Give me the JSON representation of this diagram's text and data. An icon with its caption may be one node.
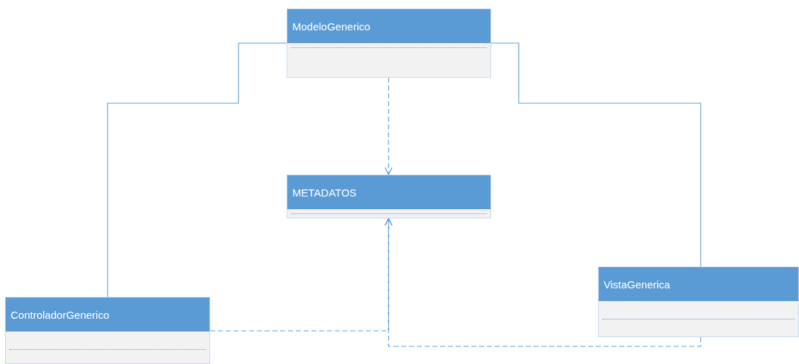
{
  "diagram": {
    "nodes": [
      {
        "text": [
          "ModeloGenerico"
        ]
      },
      {
        "text": [
          "METADATOS"
        ]
      },
      {
        "text": [
          "ControladorGenerico"
        ]
      },
      {
        "text": [
          "VistaGenerica"
        ]
      }
    ],
    "edges": [
      {
        "from": 0,
        "to": 2,
        "arrow": "none"
      },
      {
        "from": 0,
        "to": 3,
        "arrow": "none"
      },
      {
        "from": 0,
        "to": 1,
        "arrow": "to",
        "style": "dashed"
      },
      {
        "from": 2,
        "to": 1,
        "arrow": "to",
        "style": "dashed"
      },
      {
        "from": 3,
        "to": 1,
        "arrow": "to",
        "style": "dashed"
      }
    ]
  }
}
